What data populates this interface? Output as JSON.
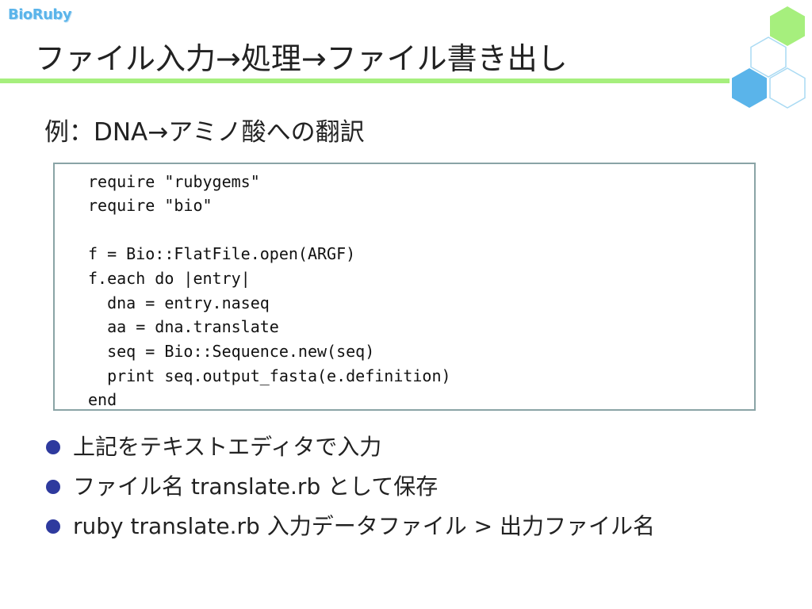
{
  "logo": {
    "text": "BioRuby"
  },
  "slide": {
    "title": "ファイル入力→処理→ファイル書き出し",
    "subtitle": "例：DNA→アミノ酸への翻訳"
  },
  "code": {
    "lines": [
      "require \"rubygems\"",
      "require \"bio\"",
      "",
      "f = Bio::FlatFile.open(ARGF)",
      "f.each do |entry|",
      "  dna = entry.naseq",
      "  aa = dna.translate",
      "  seq = Bio::Sequence.new(seq)",
      "  print seq.output_fasta(e.definition)",
      "end"
    ]
  },
  "bullets": [
    "上記をテキストエディタで入力",
    "ファイル名 translate.rb として保存",
    "ruby translate.rb 入力データファイル > 出力ファイル名"
  ],
  "colors": {
    "accent_green": "#a6ef7d",
    "accent_blue": "#5ab4ea",
    "bullet": "#2e3a9e",
    "code_border": "#8aa4a6"
  },
  "decor": {
    "icon": "hexagon-cluster-icon"
  }
}
